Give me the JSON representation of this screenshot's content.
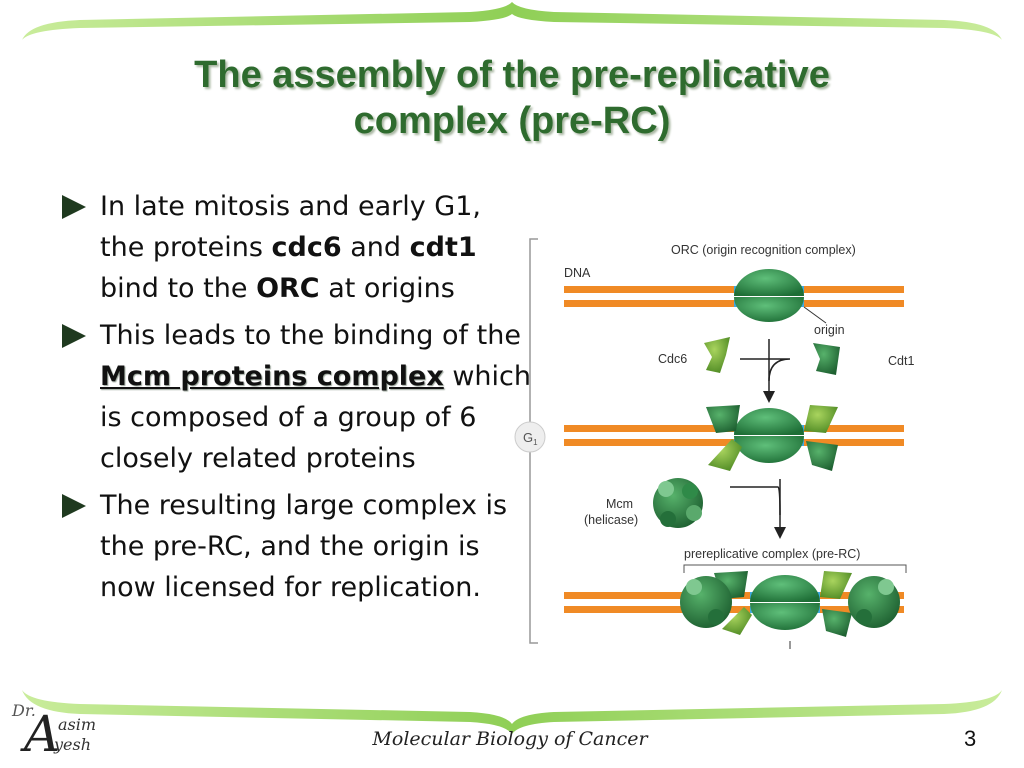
{
  "title": {
    "line1": "The assembly of the pre-replicative",
    "line2": "complex (pre-RC)"
  },
  "bullets": [
    {
      "p1": "In late mitosis and early G1, the proteins ",
      "k1": "cdc6",
      "p2": " and ",
      "k2": "cdt1",
      "p3": " bind to the ",
      "k3": "ORC",
      "p4": " at origins"
    },
    {
      "p1": "This leads to the binding of the ",
      "k1": "Mcm proteins complex",
      "p2": " which is composed of a group of 6 closely related proteins"
    },
    {
      "p1": "The resulting large complex is the pre-RC, and the origin is now licensed for replication."
    }
  ],
  "diagram": {
    "orc_label": "ORC (origin recognition complex)",
    "dna_label": "DNA",
    "origin_label": "origin",
    "cdc6_label": "Cdc6",
    "cdt1_label": "Cdt1",
    "g1_label": "G",
    "g1_sub": "1",
    "mcm_label": "Mcm",
    "helicase_label": "(helicase)",
    "prerc_label": "prereplicative complex (pre-RC)"
  },
  "footer": {
    "course": "Molecular Biology of Cancer",
    "page_number": "3"
  },
  "logo": {
    "dr": "Dr.",
    "initial": "A",
    "line1": "asim",
    "line2": "yesh"
  },
  "colors": {
    "title": "#2e6b2e",
    "frame": "#9ed36a",
    "dna_orange": "#f08a25",
    "origin_blue": "#3fa9e0",
    "protein_green": "#2f8a48",
    "light_green": "#79b33c"
  }
}
